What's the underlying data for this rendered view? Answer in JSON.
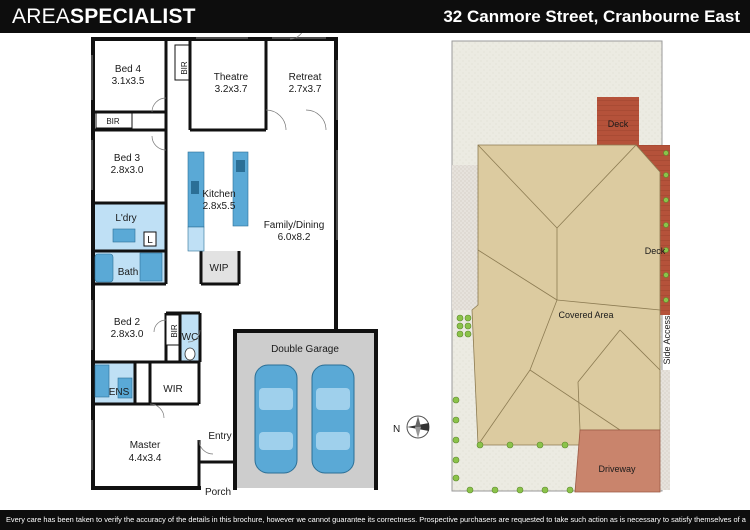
{
  "header": {
    "logo_light": "AREA",
    "logo_bold": "SPECIALIST",
    "address": "32 Canmore Street, Cranbourne East"
  },
  "floorplan": {
    "rooms": {
      "bed4": {
        "name": "Bed 4",
        "size": "3.1x3.5"
      },
      "theatre": {
        "name": "Theatre",
        "size": "3.2x3.7"
      },
      "retreat": {
        "name": "Retreat",
        "size": "2.7x3.7"
      },
      "bed3": {
        "name": "Bed 3",
        "size": "2.8x3.0"
      },
      "kitchen": {
        "name": "Kitchen",
        "size": "2.8x5.5"
      },
      "family": {
        "name": "Family/Dining",
        "size": "6.0x8.2"
      },
      "laundry": {
        "name": "L'dry"
      },
      "bath": {
        "name": "Bath"
      },
      "wip": {
        "name": "WIP"
      },
      "bed2": {
        "name": "Bed 2",
        "size": "2.8x3.0"
      },
      "wc": {
        "name": "WC"
      },
      "garage": {
        "name": "Double Garage"
      },
      "ens": {
        "name": "ENS"
      },
      "wir": {
        "name": "WIR"
      },
      "master": {
        "name": "Master",
        "size": "4.4x3.4"
      },
      "entry": {
        "name": "Entry"
      },
      "porch": {
        "name": "Porch"
      },
      "bir_bed4": {
        "name": "BIR"
      },
      "bir_bed3": {
        "name": "BIR"
      },
      "bir_bed2": {
        "name": "BIR"
      },
      "linen": {
        "name": "L"
      }
    },
    "compass": "N"
  },
  "siteplan": {
    "labels": {
      "deck_top": "Deck",
      "deck_side": "Deck",
      "covered_area": "Covered Area",
      "side_access": "Side Access",
      "driveway": "Driveway"
    }
  },
  "footer": {
    "disclaimer": "Every care has been taken to verify the accuracy of the details in this brochure, however we cannot guarantee its correctness. Prospective purchasers are requested to take such action as is necessary to satisfy themselves of any pertinent matters."
  },
  "colors": {
    "wet_area": "#bfe0f5",
    "fixture": "#5aa9d6",
    "garage": "#cdcdcd",
    "car": "#5aa9d6",
    "grass": "#ecebe2",
    "roof": "#dccba0",
    "deck": "#b5523a",
    "driveway": "#c9846c",
    "hedge": "#8bc34a"
  }
}
